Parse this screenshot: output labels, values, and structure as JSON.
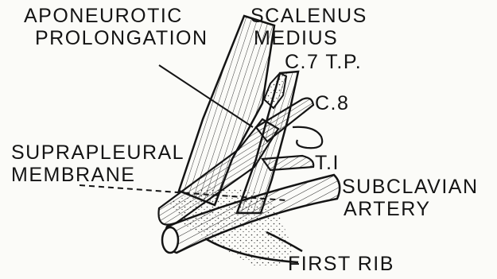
{
  "labels": {
    "aponeurotic": {
      "line1": "APONEUROTIC",
      "line2": "PROLONGATION"
    },
    "scalenus": {
      "line1": "SCALENUS",
      "line2": "MEDIUS"
    },
    "c7": "C.7 T.P.",
    "c8": "C.8",
    "suprapleural": {
      "line1": "SUPRAPLEURAL",
      "line2": "MEMBRANE"
    },
    "t1": "T.I",
    "subclavian": {
      "line1": "SUBCLAVIAN",
      "line2": "ARTERY"
    },
    "first_rib": "FIRST RIB"
  },
  "colors": {
    "ink": "#141414",
    "paper": "#fbfbf8",
    "stipple": "#3a3a3a"
  }
}
